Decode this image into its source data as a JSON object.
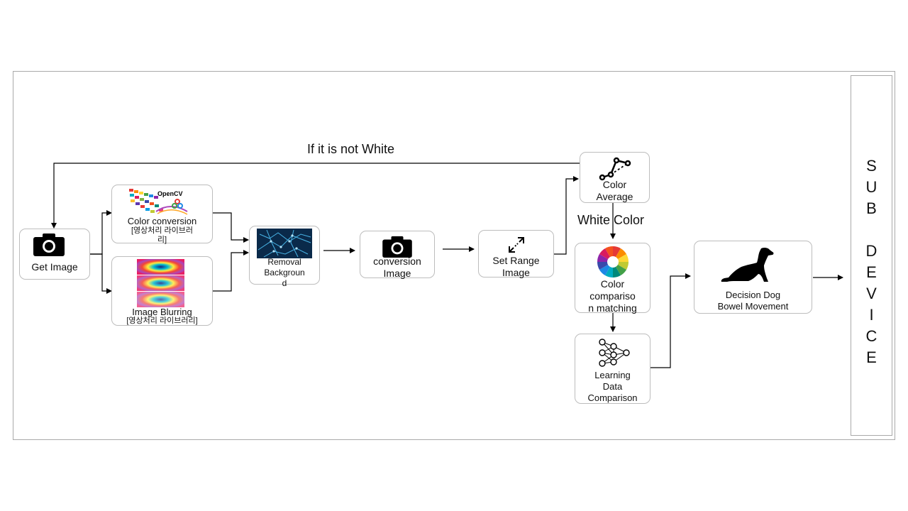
{
  "labels": {
    "feedback": "If it is not White",
    "white_color": "White Color"
  },
  "nodes": {
    "get_image": "Get Image",
    "color_conversion_title": "Color  conversion",
    "color_conversion_sub": "[영상처리 라이브러\n리]",
    "opencv_logo": "OpenCV",
    "image_blurring_title": "Image  Blurring",
    "image_blurring_sub": "[영상처리 라이브러리]",
    "removal_background": "Removal\nBackgroun\nd",
    "conversion_image": "conversion\nImage",
    "set_range_image": "Set Range\nImage",
    "color_average": "Color\nAverage",
    "color_comparison": "Color\ncompariso\nn matching",
    "learning_data": "Learning\nData\nComparison",
    "decision": "Decision  Dog\nBowel  Movement",
    "sub_device": "S\nU\nB\n\nD\nE\nV\nI\nC\nE"
  },
  "icons": [
    "camera-icon",
    "opencv-logo-icon",
    "blur-samples-icon",
    "circuit-background-icon",
    "camera-icon",
    "resize-arrows-icon",
    "line-chart-icon",
    "color-wheel-icon",
    "neural-network-icon",
    "dog-icon"
  ]
}
